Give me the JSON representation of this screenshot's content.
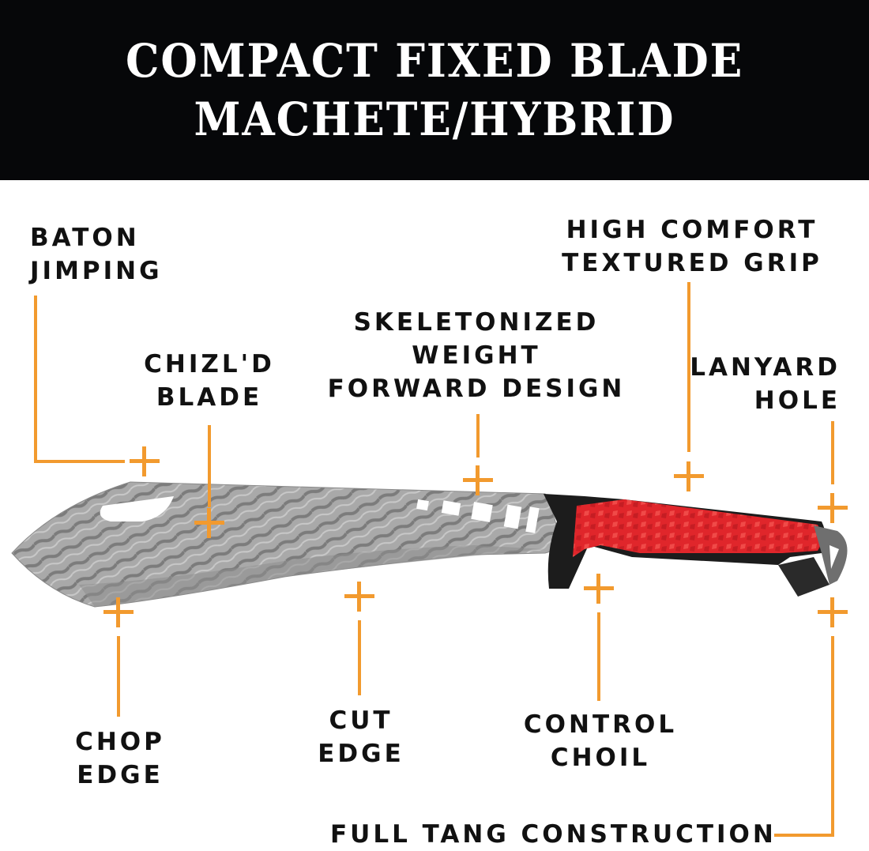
{
  "header": {
    "title_line1": "COMPACT FIXED BLADE",
    "title_line2": "MACHETE/HYBRID",
    "background": "#060709"
  },
  "accent_color": "#f29a2e",
  "product": {
    "blade_color": "#9a9a9a",
    "handle_color": "#e0262b",
    "handle_accent": "#1a1a1a"
  },
  "callouts": {
    "baton_jimping": {
      "line1": "BATON",
      "line2": "JIMPING"
    },
    "chizld_blade": {
      "line1": "CHIZL'D",
      "line2": "BLADE"
    },
    "skeletonized": {
      "line1": "SKELETONIZED",
      "line2": "WEIGHT",
      "line3": "FORWARD DESIGN"
    },
    "high_comfort": {
      "line1": "HIGH COMFORT",
      "line2": "TEXTURED GRIP"
    },
    "lanyard_hole": {
      "line1": "LANYARD",
      "line2": "HOLE"
    },
    "chop_edge": {
      "line1": "CHOP",
      "line2": "EDGE"
    },
    "cut_edge": {
      "line1": "CUT",
      "line2": "EDGE"
    },
    "control_choil": {
      "line1": "CONTROL",
      "line2": "CHOIL"
    },
    "full_tang": {
      "line1": "FULL TANG CONSTRUCTION"
    }
  }
}
